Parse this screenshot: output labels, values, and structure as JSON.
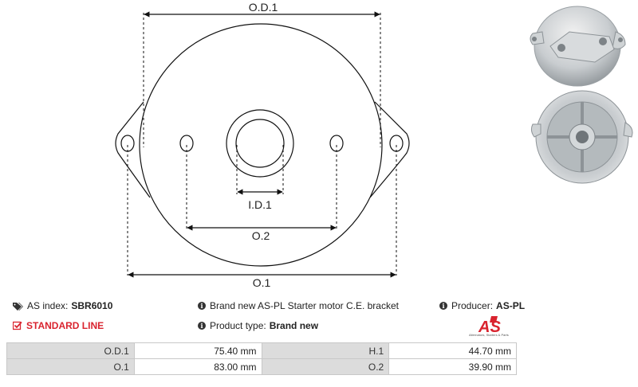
{
  "drawing": {
    "labels": {
      "od1": "O.D.1",
      "id1": "I.D.1",
      "o2": "O.2",
      "o1": "O.1"
    }
  },
  "info": {
    "as_index_label": "AS index:",
    "as_index_value": "SBR6010",
    "description": "Brand new AS-PL Starter motor C.E. bracket",
    "producer_label": "Producer:",
    "producer_value": "AS-PL",
    "standard_line": "STANDARD LINE",
    "product_type_label": "Product type:",
    "product_type_value": "Brand new"
  },
  "logo": {
    "text": "AS",
    "tagline": "Alternators, Starters & Parts",
    "color": "#d9232e"
  },
  "specs": {
    "rows": [
      [
        {
          "label": "O.D.1",
          "value": "75.40 mm"
        },
        {
          "label": "H.1",
          "value": "44.70 mm"
        }
      ],
      [
        {
          "label": "O.1",
          "value": "83.00 mm"
        },
        {
          "label": "O.2",
          "value": "39.90 mm"
        }
      ]
    ]
  },
  "icons": {
    "as_index": "tags-icon",
    "info": "info-circle-icon",
    "standard": "check-square-icon"
  }
}
